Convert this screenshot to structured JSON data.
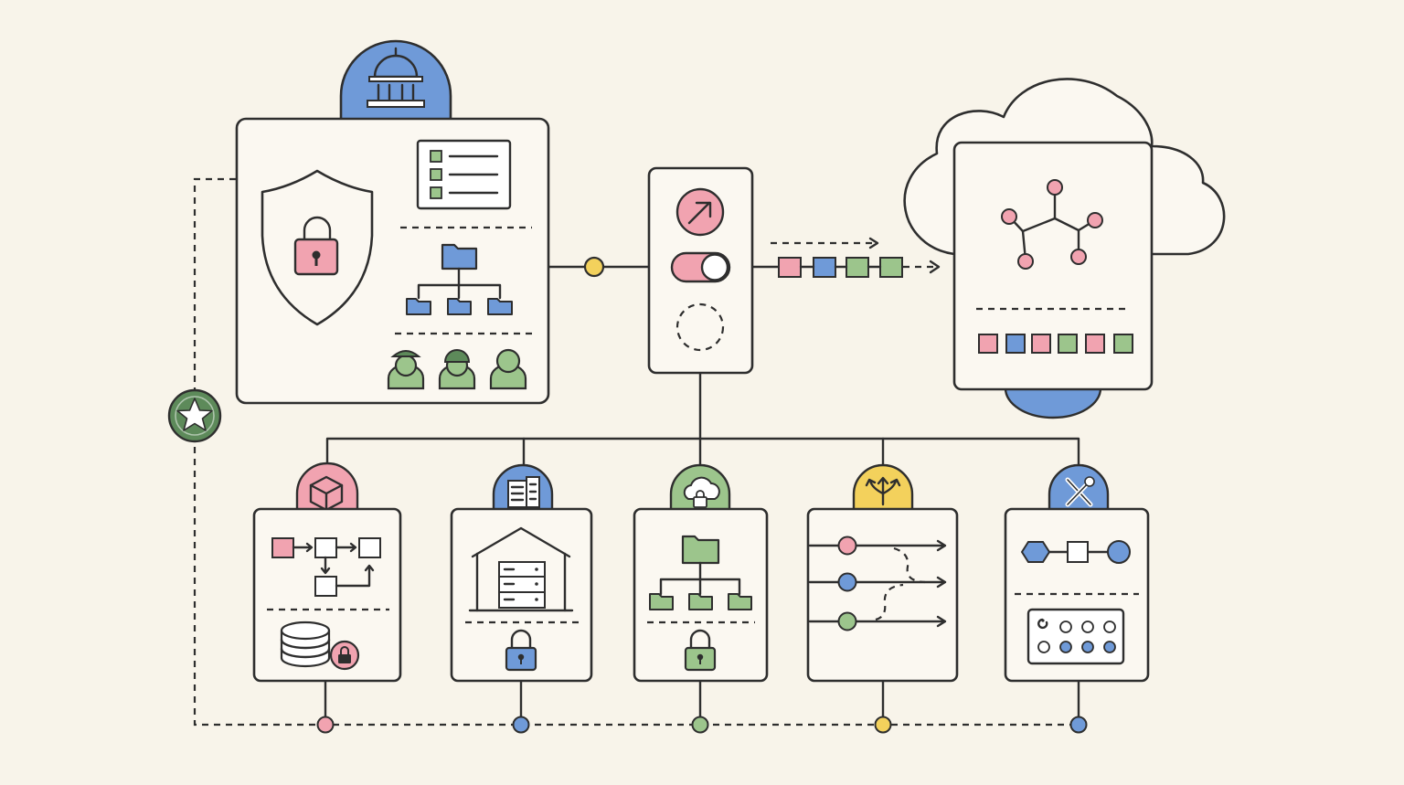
{
  "diagram": {
    "type": "secure cloud architecture illustration",
    "colors": {
      "pink": "#f1a3b0",
      "blue": "#6f9ad8",
      "green": "#9cc58c",
      "yellow": "#f3d15c",
      "dark_green": "#5d8a5a",
      "line": "#2e2e2e",
      "background": "#f8f4ea"
    },
    "nodes": [
      {
        "id": "government-hub",
        "icon": "government-building-icon",
        "parts": [
          "shield-lock-icon",
          "checklist-icon",
          "folder-tree-icon",
          "user-roles-icon"
        ]
      },
      {
        "id": "gateway",
        "icon": "arrow-out-icon",
        "parts": [
          "toggle-switch-icon",
          "dashed-circle-icon"
        ]
      },
      {
        "id": "cloud-platform",
        "icon": "cloud-icon",
        "parts": [
          "network-graph-icon",
          "data-blocks-icon"
        ]
      },
      {
        "id": "module-workflow-storage",
        "icon": "cube-icon",
        "parts": [
          "flow-diagram-icon",
          "database-lock-icon"
        ]
      },
      {
        "id": "module-warehouse",
        "icon": "building-icon",
        "parts": [
          "warehouse-server-icon",
          "lock-icon"
        ]
      },
      {
        "id": "module-cloud-folders",
        "icon": "cloud-lock-icon",
        "parts": [
          "folder-tree-icon",
          "lock-icon"
        ]
      },
      {
        "id": "module-routing",
        "icon": "split-arrows-icon",
        "parts": [
          "routing-lanes-icon"
        ]
      },
      {
        "id": "module-tools",
        "icon": "tools-icon",
        "parts": [
          "shape-chain-icon",
          "control-panel-icon"
        ]
      }
    ],
    "badge_icon": "star-icon"
  }
}
